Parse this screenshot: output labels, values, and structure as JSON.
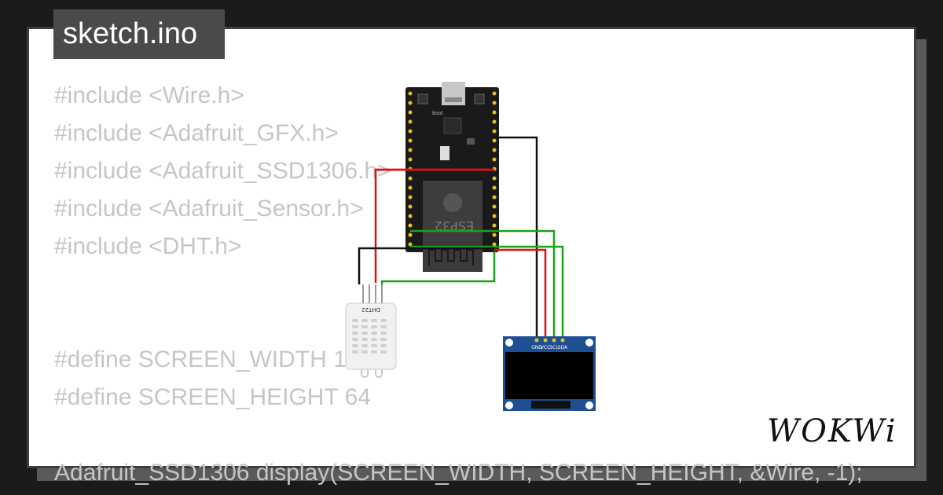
{
  "title": "sketch.ino",
  "code_lines": [
    "#include <Wire.h>",
    "#include <Adafruit_GFX.h>",
    "#include <Adafruit_SSD1306.h>",
    "#include <Adafruit_Sensor.h>",
    "#include <DHT.h>",
    "",
    "",
    "#define SCREEN_WIDTH 128",
    "#define SCREEN_HEIGHT 64",
    "",
    "Adafruit_SSD1306 display(SCREEN_WIDTH, SCREEN_HEIGHT, &Wire, -1);"
  ],
  "circuit": {
    "board_label": "ESP32",
    "boot_label": "Boot",
    "sensor_label": "DHT22",
    "oled_pins": [
      "GND",
      "VCC",
      "SCL",
      "SDA"
    ]
  },
  "colors": {
    "wire_red": "#e01010",
    "wire_black": "#111111",
    "wire_green": "#1ba11b",
    "oled_blue": "#1e4f93",
    "board_black": "#1a1a1a"
  },
  "brand": "WOKWi"
}
